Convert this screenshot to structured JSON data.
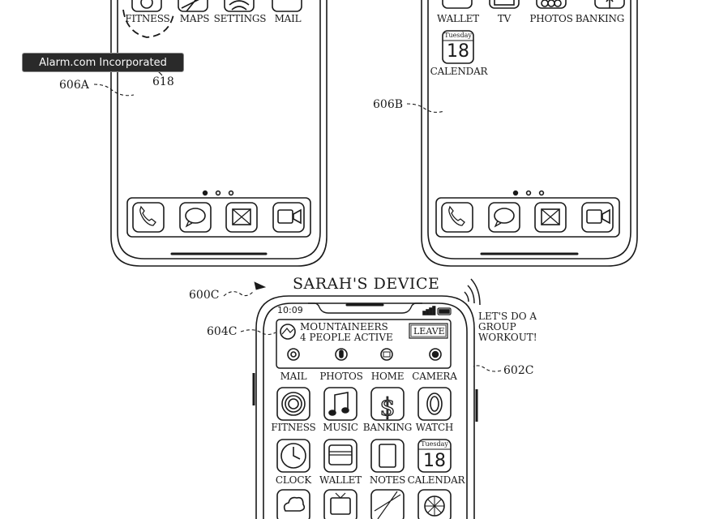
{
  "tooltip": {
    "text": "Alarm.com Incorporated"
  },
  "device_a": {
    "ref": "606A",
    "highlight_ref": "618",
    "top_row": [
      "FITNESS",
      "MAPS",
      "SETTINGS",
      "MAIL"
    ]
  },
  "device_b": {
    "ref": "606B",
    "top_row": [
      "WALLET",
      "TV",
      "PHOTOS",
      "BANKING"
    ],
    "calendar": {
      "weekday": "Tuesday",
      "day": "18",
      "label": "CALENDAR"
    }
  },
  "device_c": {
    "title": "SARAH'S DEVICE",
    "ref": "600C",
    "banner_ref": "604C",
    "device_ref": "602C",
    "status_time": "10:09",
    "banner": {
      "line1": "MOUNTAINEERS",
      "line2": "4 PEOPLE ACTIVE",
      "leave_label": "LEAVE"
    },
    "speech": [
      "LET'S DO A",
      "GROUP",
      "WORKOUT!"
    ],
    "rows": [
      [
        "MAIL",
        "PHOTOS",
        "HOME",
        "CAMERA"
      ],
      [
        "FITNESS",
        "MUSIC",
        "BANKING",
        "WATCH"
      ],
      [
        "CLOCK",
        "WALLET",
        "NOTES",
        "CALENDAR"
      ]
    ],
    "calendar": {
      "weekday": "Tuesday",
      "day": "18"
    }
  },
  "icons": [
    "phone-icon",
    "chat-icon",
    "mail-icon",
    "video-icon",
    "signal-icon",
    "battery-icon",
    "fitness-icon",
    "music-icon",
    "banking-icon",
    "watch-icon",
    "clock-icon",
    "wallet-icon",
    "notes-icon",
    "calendar-icon"
  ]
}
